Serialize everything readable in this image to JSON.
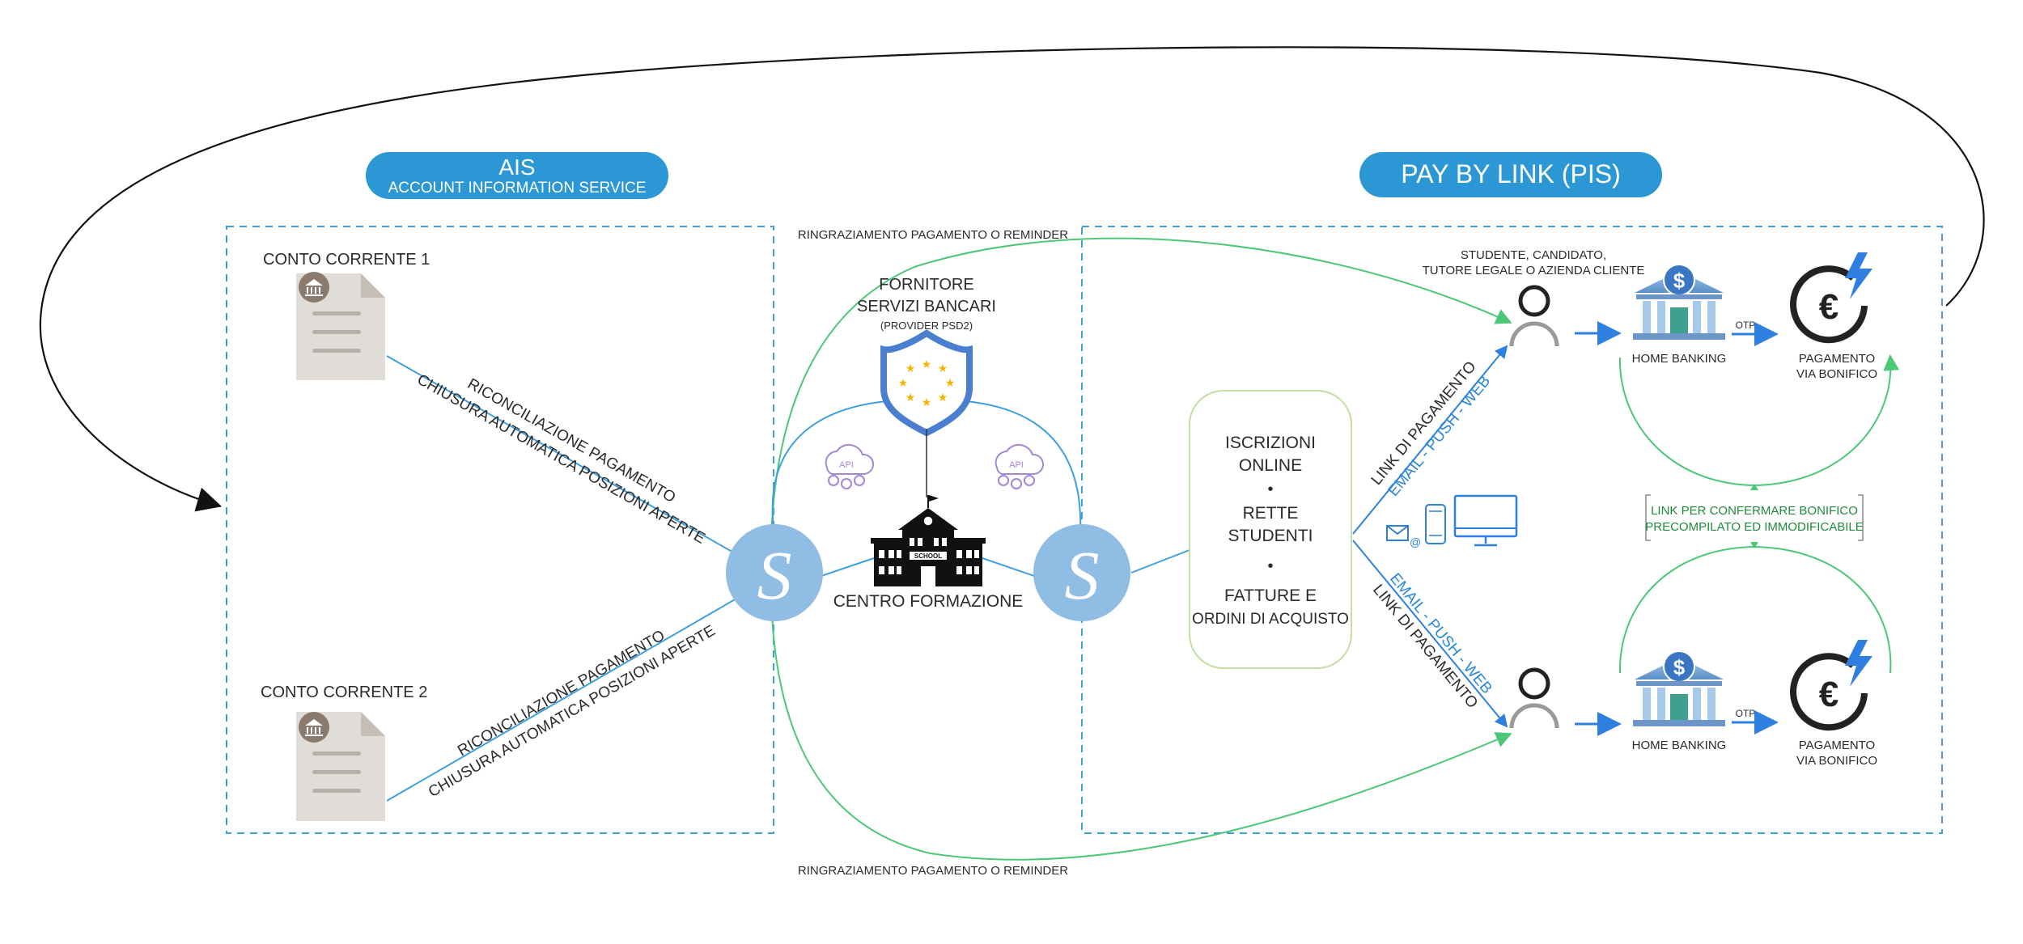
{
  "ais": {
    "title": "AIS",
    "subtitle": "ACCOUNT INFORMATION SERVICE"
  },
  "pis": {
    "title": "PAY BY LINK (PIS)"
  },
  "accounts": [
    {
      "label": "CONTO CORRENTE 1"
    },
    {
      "label": "CONTO CORRENTE 2"
    }
  ],
  "reconciliation": {
    "line1": "RICONCILIAZIONE PAGAMENTO",
    "line2": "CHIUSURA AUTOMATICA POSIZIONI APERTE"
  },
  "thanks_label": "RINGRAZIAMENTO PAGAMENTO O REMINDER",
  "provider": {
    "line1": "FORNITORE",
    "line2": "SERVIZI BANCARI",
    "line3": "(PROVIDER PSD2)"
  },
  "api_label": "API",
  "school": {
    "label": "CENTRO FORMAZIONE",
    "sign": "SCHOOL"
  },
  "logo_letter": "S",
  "services": {
    "item1_line1": "ISCRIZIONI",
    "item1_line2": "ONLINE",
    "item2_line1": "RETTE",
    "item2_line2": "STUDENTI",
    "item3_line1": "FATTURE E",
    "item3_line2": "ORDINI DI ACQUISTO",
    "bullet": "•"
  },
  "links": {
    "primary": "LINK DI PAGAMENTO",
    "channels": "EMAIL - PUSH - WEB"
  },
  "payer": {
    "line1": "STUDENTE, CANDIDATO,",
    "line2": "TUTORE LEGALE O AZIENDA CLIENTE"
  },
  "bank": {
    "label": "HOME BANKING",
    "otp": "OTP",
    "payment_line1": "PAGAMENTO",
    "payment_line2": "VIA BONIFICO"
  },
  "confirm": {
    "line1": "LINK PER CONFERMARE BONIFICO",
    "line2": "PRECOMPILATO ED IMMODIFICABILE"
  },
  "colors": {
    "pill": "#2b97d4",
    "dashed_box": "#3ea0de",
    "green_arc": "#4cc777",
    "logo_circle": "#8fbde4",
    "shield": "#4a7fd0",
    "api_icon": "#a487d6",
    "arrow_blue": "#2f7fe0",
    "text_blue": "#2a87d6",
    "text_green": "#1f8a3b"
  }
}
